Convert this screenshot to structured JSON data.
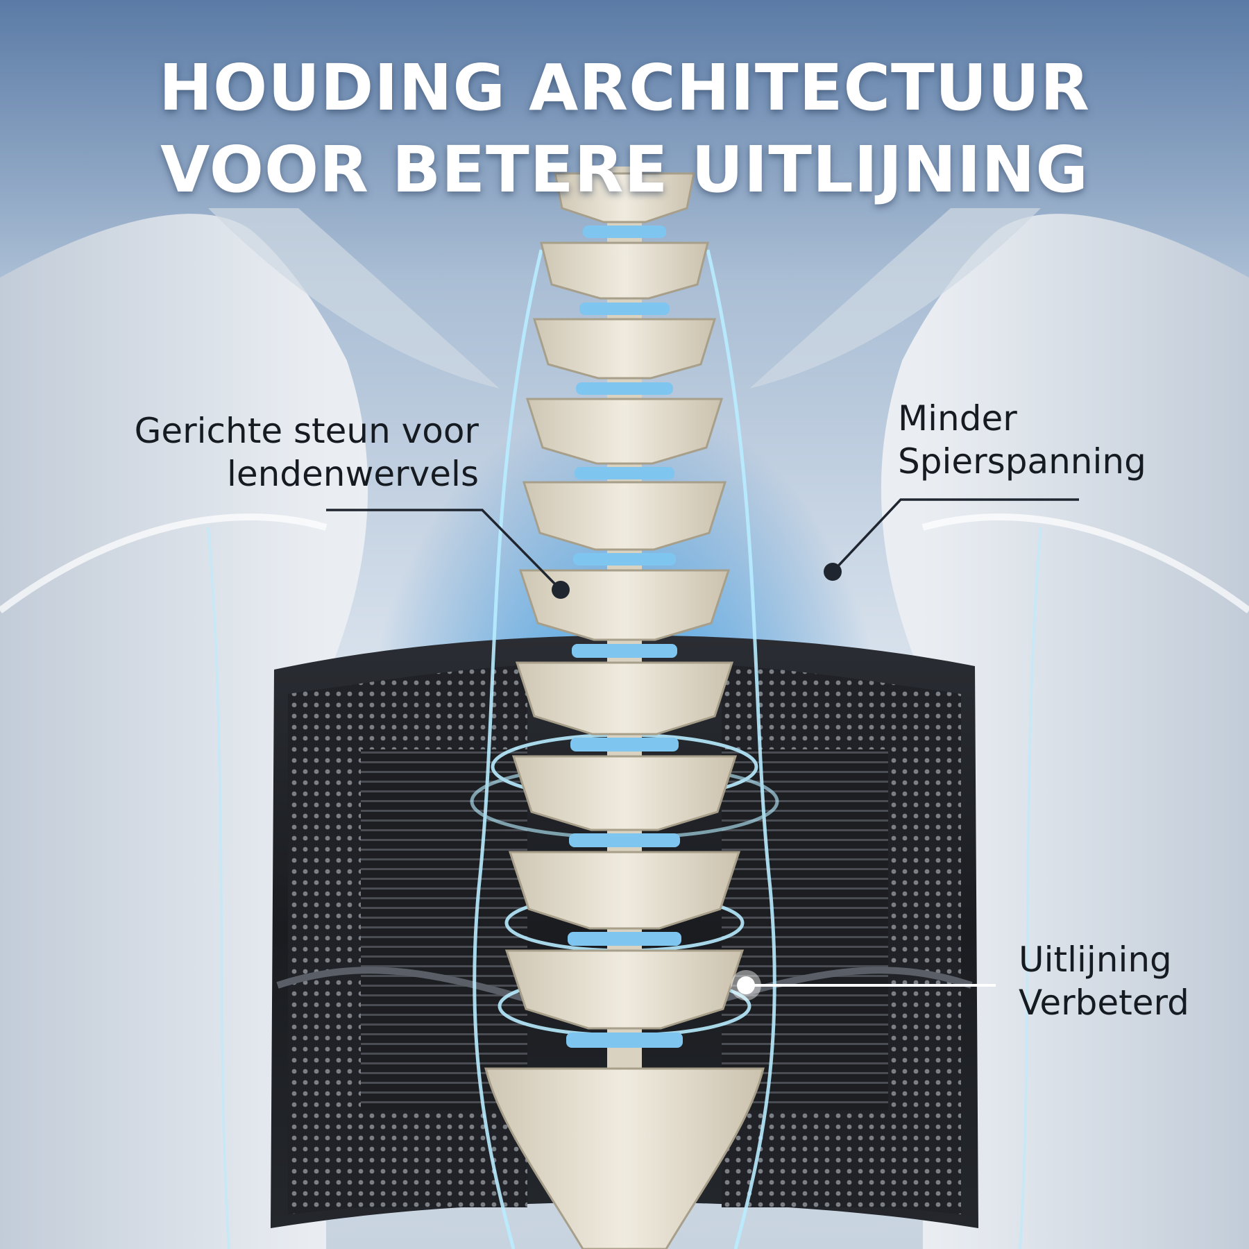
{
  "headline": {
    "line1": "HOUDING ARCHITECTUUR",
    "line2": "VOOR BETERE UITLIJNING"
  },
  "callouts": [
    {
      "lines": [
        "Gerichte steun voor",
        "lendenwervels"
      ]
    },
    {
      "lines": [
        "Minder",
        "Spierspanning"
      ]
    },
    {
      "lines": [
        "Uitlijning",
        "Verbeterd"
      ]
    }
  ],
  "colors": {
    "background_top": "#5f7fa8",
    "background_mid": "#cdd9e6",
    "glow": "#4aa8e8",
    "belt": "#1b1d21",
    "bone": "#e7e1d2",
    "text_dark": "#161b22",
    "text_light": "#ffffff"
  }
}
